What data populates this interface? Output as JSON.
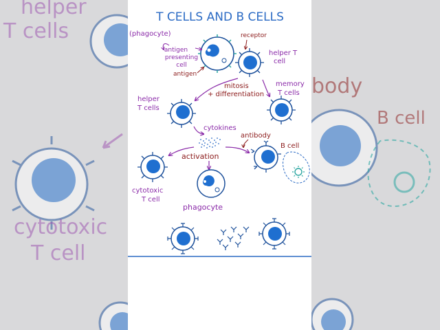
{
  "title": "T CELLS AND B CELLS",
  "labels": {
    "phagocyte_paren": "(phagocyte)",
    "apc_line1": "antigen",
    "apc_line2": "presenting",
    "apc_line3": "cell",
    "antigen": "antigen",
    "receptor": "receptor",
    "helper_t_top_line1": "helper T",
    "helper_t_top_line2": "cell",
    "mitosis": "mitosis",
    "differentiation": "+ differentiation",
    "memory_line1": "memory",
    "memory_line2": "T cells",
    "helper_left_line1": "helper",
    "helper_left_line2": "T cells",
    "cytokines": "cytokines",
    "antibody": "antibody",
    "b_cell": "B cell",
    "activation": "activation",
    "cytotoxic_line1": "cytotoxic",
    "cytotoxic_line2": "T cell",
    "phagocyte": "phagocyte"
  },
  "background_labels": {
    "left_helper_line1": "helper",
    "left_helper_line2": "T cells",
    "left_cytotoxic_line1": "cytotoxic",
    "left_cytotoxic_line2": "T cell",
    "right_body": "body",
    "right_b_cell": "B cell"
  },
  "colors": {
    "ink_blue": "#2a6ac4",
    "cell_fill": "#1f6fd0",
    "outline": "#1b4f9a",
    "purple": "#8a2aa8",
    "red": "#8b1a1a",
    "teal": "#2aa6a0",
    "bg_gray": "#d9d9db"
  }
}
